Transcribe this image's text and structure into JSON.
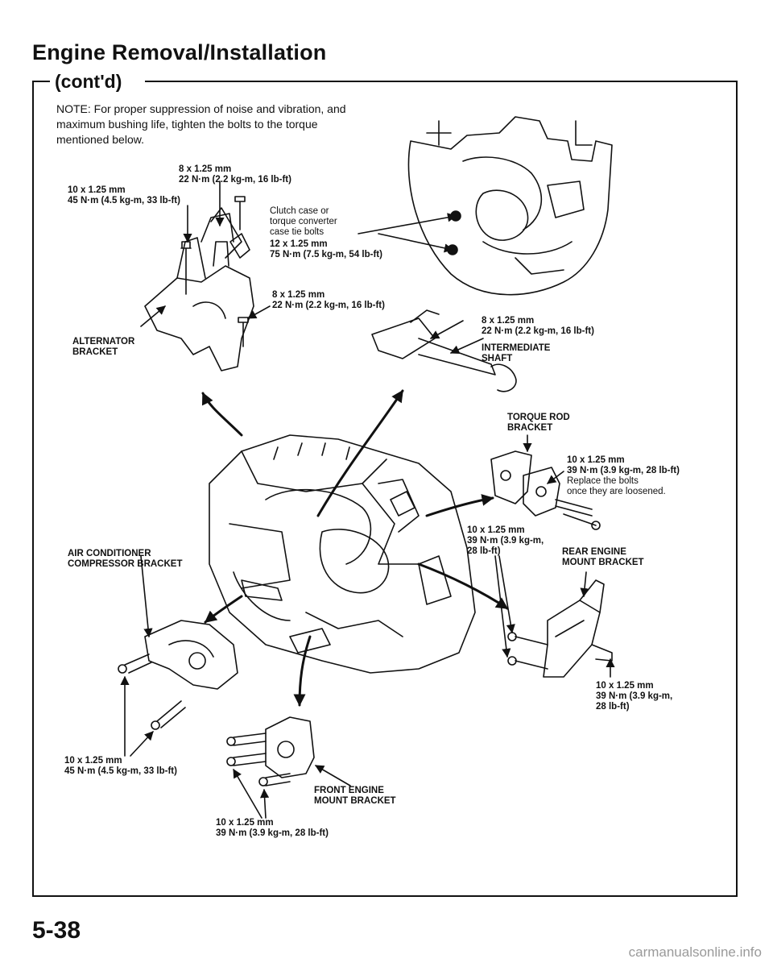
{
  "header": {
    "title": "Engine Removal/Installation",
    "subtitle": "(cont'd)"
  },
  "note": "NOTE: For proper suppression of noise and vibration, and maximum bushing life, tighten the bolts to the torque mentioned below.",
  "labels": {
    "top_bolt_spec": "8 x 1.25 mm\n22 N·m (2.2 kg-m, 16 lb-ft)",
    "left_bolt_spec": "10 x 1.25 mm\n45 N·m (4.5 kg-m, 33 lb-ft)",
    "clutch_case_bolts": "Clutch case or\ntorque converter\ncase tie bolts",
    "clutch_case_spec": "12 x 1.25 mm\n75 N·m (7.5 kg-m, 54 lb-ft)",
    "alt_lower_spec": "8 x 1.25 mm\n22 N·m (2.2 kg-m, 16 lb-ft)",
    "alternator_bracket": "ALTERNATOR\nBRACKET",
    "shaft_spec": "8 x 1.25 mm\n22 N·m (2.2 kg-m, 16 lb-ft)",
    "intermediate_shaft": "INTERMEDIATE\nSHAFT",
    "torque_rod_bracket": "TORQUE ROD\nBRACKET",
    "torque_rod_spec": "10 x 1.25 mm\n39 N·m (3.9 kg-m, 28 lb-ft)",
    "torque_rod_note": "Replace the bolts\nonce they are loosened.",
    "rear_left_spec": "10 x 1.25 mm\n39 N·m (3.9 kg-m,\n28 lb-ft)",
    "rear_engine_mount": "REAR ENGINE\nMOUNT BRACKET",
    "rear_right_spec": "10 x 1.25 mm\n39 N·m (3.9 kg-m,\n28 lb-ft)",
    "ac_bracket": "AIR CONDITIONER\nCOMPRESSOR BRACKET",
    "ac_spec": "10 x 1.25 mm\n45 N·m (4.5 kg-m, 33 lb-ft)",
    "front_engine_mount": "FRONT ENGINE\nMOUNT BRACKET",
    "front_spec": "10 x 1.25 mm\n39 N·m (3.9 kg-m, 28 lb-ft)"
  },
  "footer": {
    "page_number": "5-38",
    "watermark": "carmanualsonline.info"
  }
}
